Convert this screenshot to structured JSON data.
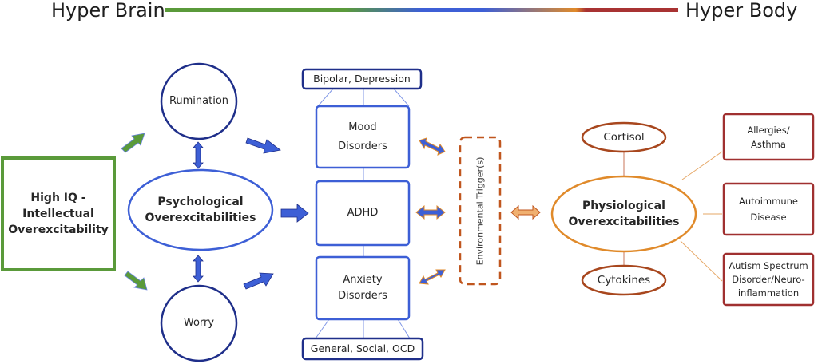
{
  "header": {
    "left_label": "Hyper Brain",
    "right_label": "Hyper Body",
    "gradient_colors": [
      "#5a9a3a",
      "#3d5fd6",
      "#e08a2a",
      "#a83232"
    ]
  },
  "colors": {
    "green": "#5a9a3a",
    "navy": "#1f2f8a",
    "blue": "#3d5fd6",
    "orange": "#e08a2a",
    "brown": "#c0561e",
    "dark_red": "#a03030"
  },
  "left": {
    "high_iq": "High IQ -\nIntellectual\nOverexcitability"
  },
  "psych": {
    "rumination": "Rumination",
    "center": "Psychological\nOverexcitabilities",
    "worry": "Worry"
  },
  "disorders": {
    "top_label": "Bipolar, Depression",
    "mood": "Mood\nDisorders",
    "adhd": "ADHD",
    "anxiety": "Anxiety\nDisorders",
    "bottom_label": "General, Social, OCD"
  },
  "trigger": {
    "label": "Environmental Trigger(s)"
  },
  "physio": {
    "cortisol": "Cortisol",
    "center": "Physiological\nOverexcitabilities",
    "cytokines": "Cytokines",
    "conditions": [
      "Allergies/\nAsthma",
      "Autoimmune\nDisease",
      "Autism Spectrum\nDisorder/Neuro-\ninflammation"
    ]
  }
}
